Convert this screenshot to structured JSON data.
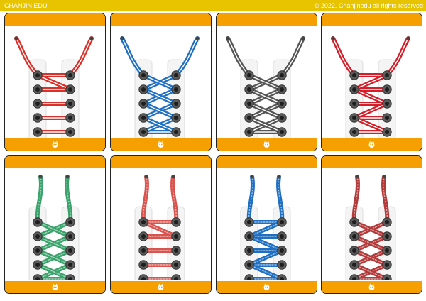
{
  "header": {
    "brand": "CHANJIN EDU",
    "copyright": "© 2022. Chanjinedu all rights reserved"
  },
  "colors": {
    "header_bar": "#e8c400",
    "card_band": "#f5a000",
    "card_border": "#222222"
  },
  "cards": [
    {
      "lace_color": "#d9312b",
      "style": "straight-bar",
      "eyelets": 5
    },
    {
      "lace_color": "#1f6fc2",
      "style": "criss-cross",
      "eyelets": 5
    },
    {
      "lace_color": "#555555",
      "style": "criss-cross",
      "eyelets": 5
    },
    {
      "lace_color": "#d21f2a",
      "style": "zig-zag",
      "eyelets": 5
    },
    {
      "lace_color": "#3aa36b",
      "style": "criss-cross",
      "eyelets": 5
    },
    {
      "lace_color": "#d9534f",
      "style": "straight-bar",
      "eyelets": 5
    },
    {
      "lace_color": "#1f6fc2",
      "style": "zig-zag",
      "eyelets": 5
    },
    {
      "lace_color": "#b23a3a",
      "style": "criss-cross",
      "eyelets": 5
    }
  ]
}
